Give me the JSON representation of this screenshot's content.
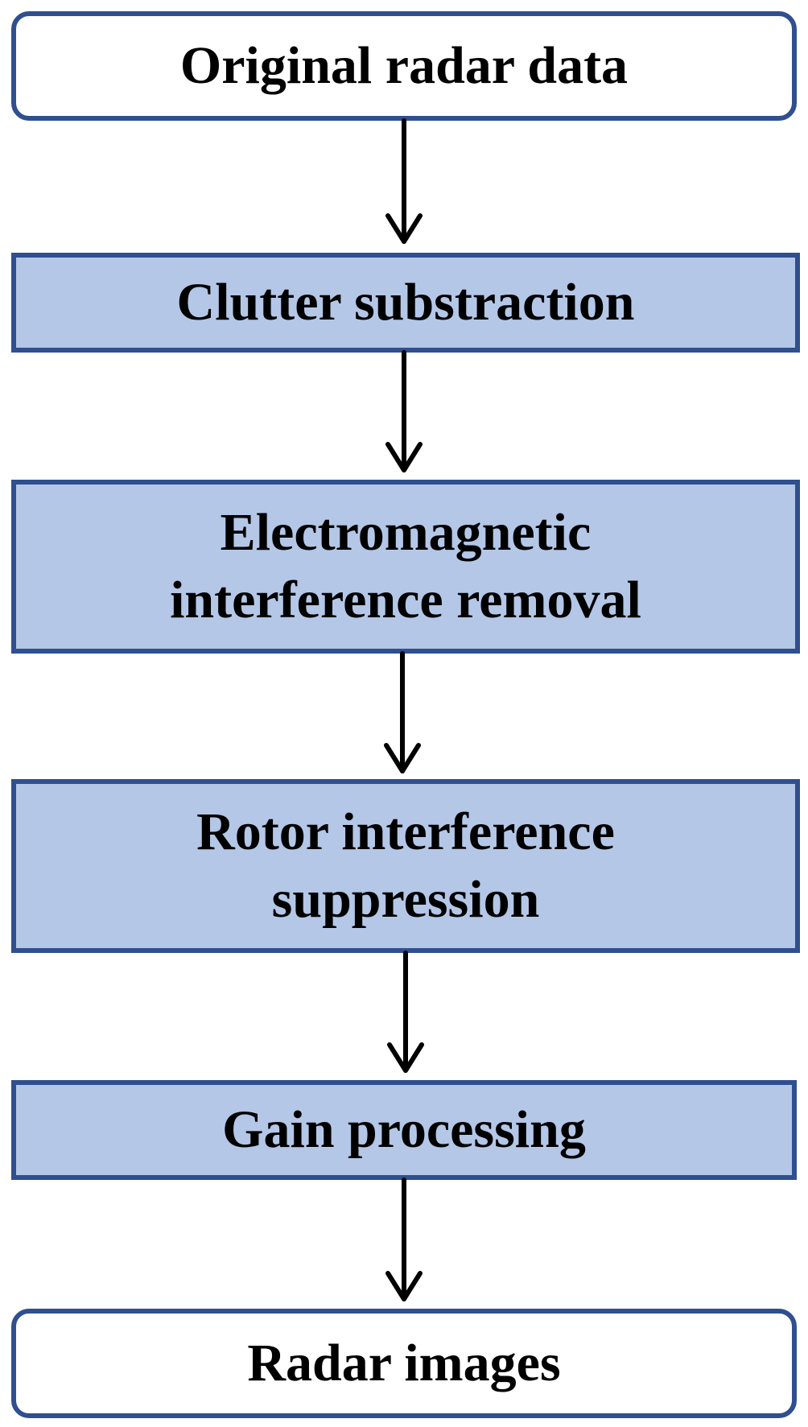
{
  "flowchart": {
    "nodes": [
      {
        "id": "start",
        "kind": "terminal",
        "lines": [
          "Original radar data"
        ]
      },
      {
        "id": "clutter",
        "kind": "process",
        "lines": [
          "Clutter substraction"
        ]
      },
      {
        "id": "emi",
        "kind": "process",
        "lines": [
          "Electromagnetic",
          "interference removal"
        ]
      },
      {
        "id": "rotor",
        "kind": "process",
        "lines": [
          "Rotor interference",
          "suppression"
        ]
      },
      {
        "id": "gain",
        "kind": "process",
        "lines": [
          "Gain processing"
        ]
      },
      {
        "id": "end",
        "kind": "terminal",
        "lines": [
          "Radar images"
        ]
      }
    ],
    "edges": [
      {
        "from": "start",
        "to": "clutter"
      },
      {
        "from": "clutter",
        "to": "emi"
      },
      {
        "from": "emi",
        "to": "rotor"
      },
      {
        "from": "rotor",
        "to": "gain"
      },
      {
        "from": "gain",
        "to": "end"
      }
    ],
    "colors": {
      "process_fill": "#b4c7e7",
      "terminal_fill": "#ffffff",
      "border": "#2f4f8f",
      "arrow": "#000000"
    }
  }
}
